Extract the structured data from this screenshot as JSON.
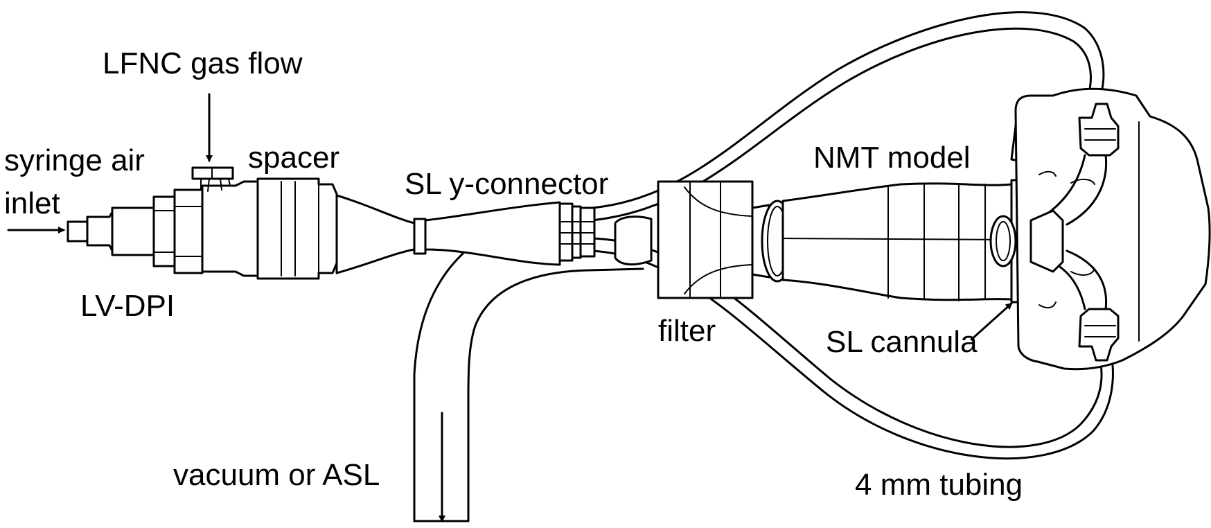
{
  "labels": {
    "lfnc_gas_flow": "LFNC gas flow",
    "syringe_air_inlet_line1": "syringe air",
    "syringe_air_inlet_line2": "inlet",
    "spacer": "spacer",
    "sl_y_connector": "SL y-connector",
    "nmt_model": "NMT model",
    "lv_dpi": "LV-DPI",
    "filter": "filter",
    "sl_cannula": "SL cannula",
    "vacuum_or_asl": "vacuum or ASL",
    "tubing_4mm": "4 mm tubing"
  },
  "colors": {
    "line": "#000000",
    "background": "#ffffff"
  }
}
